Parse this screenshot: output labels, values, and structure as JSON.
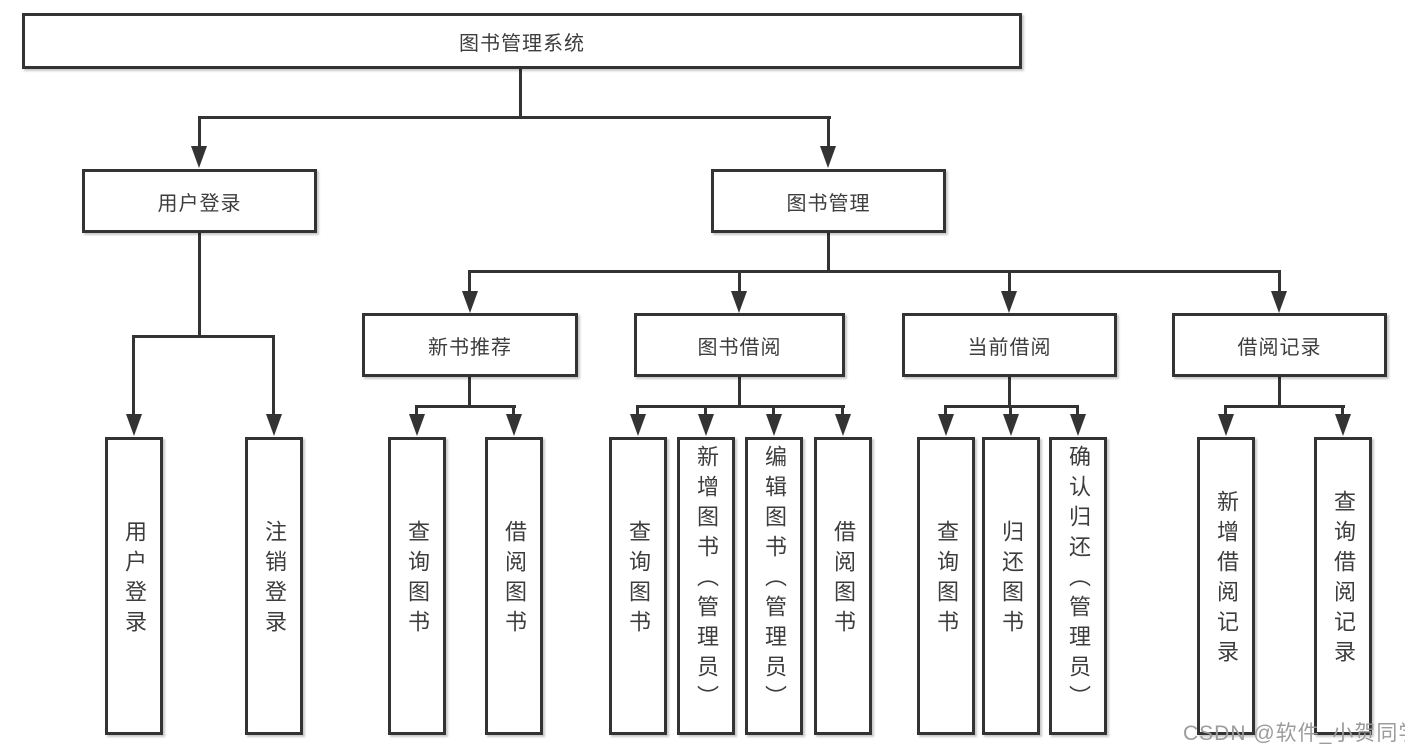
{
  "tree": {
    "root": {
      "label": "图书管理系统"
    },
    "branches": [
      {
        "label": "用户登录",
        "children": [
          {
            "label": "用户登录"
          },
          {
            "label": "注销登录"
          }
        ]
      },
      {
        "label": "图书管理",
        "children": [
          {
            "label": "新书推荐",
            "children": [
              {
                "label": "查询图书"
              },
              {
                "label": "借阅图书"
              }
            ]
          },
          {
            "label": "图书借阅",
            "children": [
              {
                "label": "查询图书"
              },
              {
                "label": "新增图书（管理员）"
              },
              {
                "label": "编辑图书（管理员）"
              },
              {
                "label": "借阅图书"
              }
            ]
          },
          {
            "label": "当前借阅",
            "children": [
              {
                "label": "查询图书"
              },
              {
                "label": "归还图书"
              },
              {
                "label": "确认归还（管理员）"
              }
            ]
          },
          {
            "label": "借阅记录",
            "children": [
              {
                "label": "新增借阅记录"
              },
              {
                "label": "查询借阅记录"
              }
            ]
          }
        ]
      }
    ]
  },
  "watermark": {
    "text": "CSDN @软件_小贺同学",
    "color": "#9c9c9c"
  },
  "colors": {
    "line": "#333333",
    "text": "#3d3d3d",
    "background": "#ffffff"
  }
}
